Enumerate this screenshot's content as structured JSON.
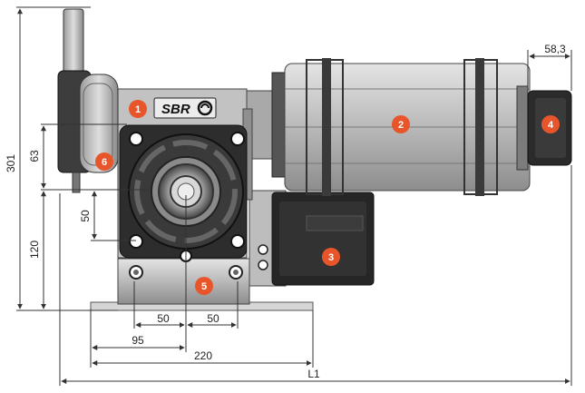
{
  "brand": {
    "logo_text": "SBR",
    "logo_mark": "swirl-icon"
  },
  "colors": {
    "callout": "#e8552a",
    "dimension_line": "#333333",
    "housing_light": "#cfcfcf",
    "housing_dark": "#2a2a2a"
  },
  "callouts": [
    {
      "id": "1",
      "label": "1"
    },
    {
      "id": "2",
      "label": "2"
    },
    {
      "id": "3",
      "label": "3"
    },
    {
      "id": "4",
      "label": "4"
    },
    {
      "id": "5",
      "label": "5"
    },
    {
      "id": "6",
      "label": "6"
    }
  ],
  "dimensions": {
    "overall_height": "301",
    "shaft_to_top": "63",
    "shaft_height": "120",
    "bolt_vertical": "50",
    "bolt_left": "50",
    "bolt_right": "50",
    "base_offset": "95",
    "base_width": "220",
    "total_length": "L1",
    "motor_end": "58,3"
  }
}
